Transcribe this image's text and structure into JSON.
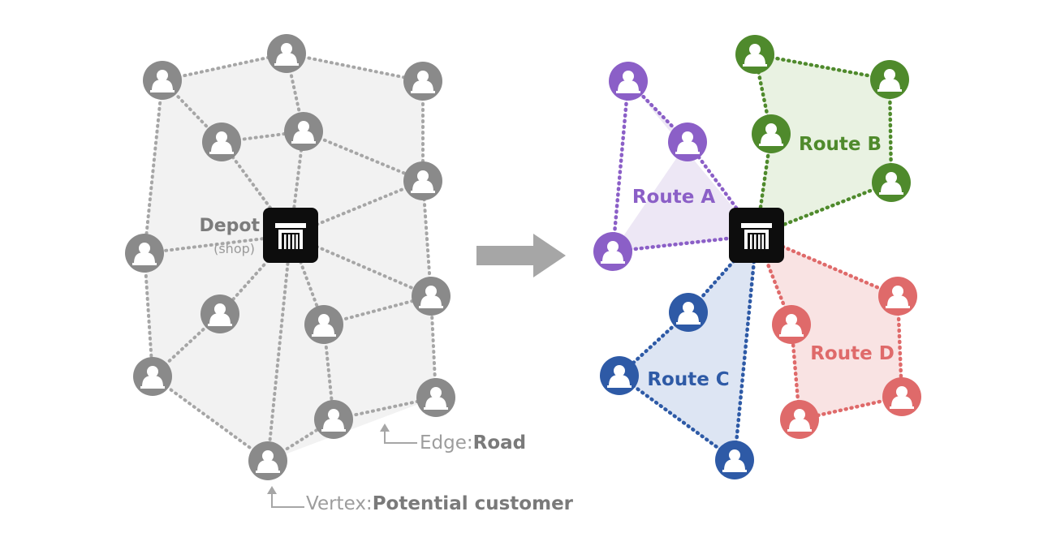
{
  "colors": {
    "gray_node": "#8a8a8a",
    "gray_edge": "#a6a6a6",
    "gray_fill": "#f2f2f2",
    "depot": "#0d0d0d",
    "route_a": "#8b5fc7",
    "route_b": "#4f8a2c",
    "route_c": "#2e5aa6",
    "route_d": "#df6a6a"
  },
  "left_graph": {
    "depot_label": "Depot",
    "depot_sublabel": "(shop)"
  },
  "annotations": {
    "edge_prefix": "Edge:",
    "edge_name": "Road",
    "vertex_prefix": "Vertex:",
    "vertex_name": "Potential customer"
  },
  "routes": [
    {
      "id": "route_a",
      "label": "Route A",
      "color": "#8b5fc7",
      "fill": "#ede7f5"
    },
    {
      "id": "route_b",
      "label": "Route B",
      "color": "#4f8a2c",
      "fill": "#e9f2e2"
    },
    {
      "id": "route_c",
      "label": "Route C",
      "color": "#2e5aa6",
      "fill": "#dde5f3"
    },
    {
      "id": "route_d",
      "label": "Route D",
      "color": "#df6a6a",
      "fill": "#f9e3e3"
    }
  ],
  "icons": {
    "customer": "person-icon",
    "depot": "store-icon",
    "transform": "arrow-right-icon"
  }
}
